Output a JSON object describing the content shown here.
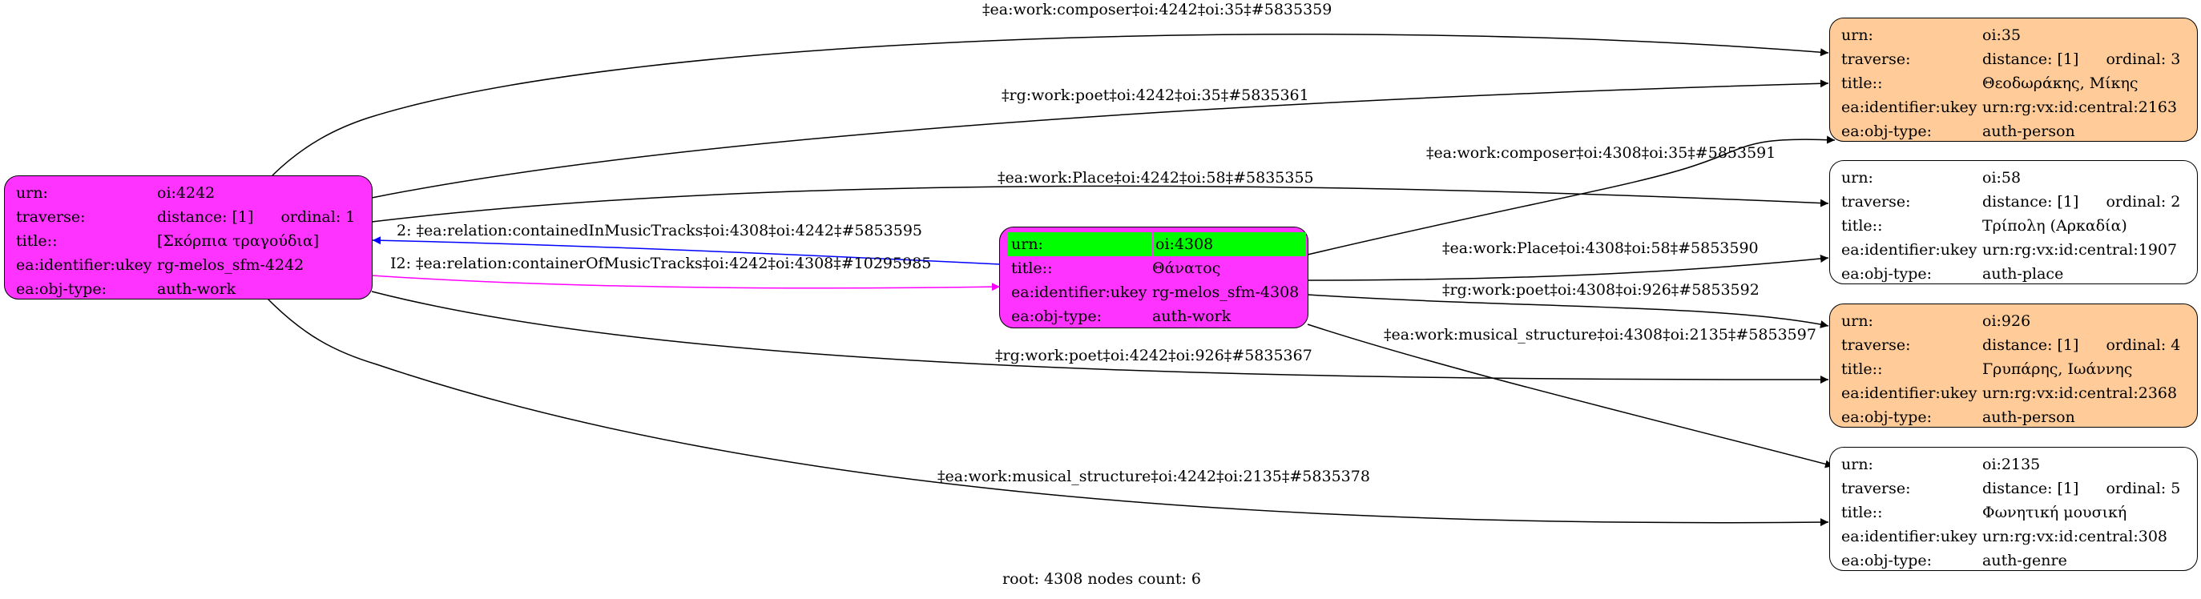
{
  "graph": {
    "footer": "root: 4308 nodes count: 6",
    "colors": {
      "work_node": "#ff33ff",
      "person_node": "#ffcc99",
      "plain_node": "#ffffff",
      "root_highlight": "#00ff00",
      "edge_default": "#000000",
      "edge_contained_in": "#0000ff",
      "edge_container_of": "#ff00ff"
    },
    "nodes": [
      {
        "id": "oi:4242",
        "urn_label": "urn:",
        "urn": "oi:4242",
        "traverse_label": "traverse:",
        "distance": "distance: [1]",
        "ordinal": "ordinal: 1",
        "title_label": "title::",
        "title": "[Σκόρπια τραγούδια]",
        "ukey_label": "ea:identifier:ukey",
        "ukey": "rg-melos_sfm-4242",
        "type_label": "ea:obj-type:",
        "type": "auth-work"
      },
      {
        "id": "oi:4308",
        "urn_label": "urn:",
        "urn": "oi:4308",
        "title_label": "title::",
        "title": "Θάνατος",
        "ukey_label": "ea:identifier:ukey",
        "ukey": "rg-melos_sfm-4308",
        "type_label": "ea:obj-type:",
        "type": "auth-work"
      },
      {
        "id": "oi:35",
        "urn_label": "urn:",
        "urn": "oi:35",
        "traverse_label": "traverse:",
        "distance": "distance: [1]",
        "ordinal": "ordinal: 3",
        "title_label": "title::",
        "title": "Θεοδωράκης, Μίκης",
        "ukey_label": "ea:identifier:ukey",
        "ukey": "urn:rg:vx:id:central:2163",
        "type_label": "ea:obj-type:",
        "type": "auth-person"
      },
      {
        "id": "oi:58",
        "urn_label": "urn:",
        "urn": "oi:58",
        "traverse_label": "traverse:",
        "distance": "distance: [1]",
        "ordinal": "ordinal: 2",
        "title_label": "title::",
        "title": "Τρίπολη (Αρκαδία)",
        "ukey_label": "ea:identifier:ukey",
        "ukey": "urn:rg:vx:id:central:1907",
        "type_label": "ea:obj-type:",
        "type": "auth-place"
      },
      {
        "id": "oi:926",
        "urn_label": "urn:",
        "urn": "oi:926",
        "traverse_label": "traverse:",
        "distance": "distance: [1]",
        "ordinal": "ordinal: 4",
        "title_label": "title::",
        "title": "Γρυπάρης, Ιωάννης",
        "ukey_label": "ea:identifier:ukey",
        "ukey": "urn:rg:vx:id:central:2368",
        "type_label": "ea:obj-type:",
        "type": "auth-person"
      },
      {
        "id": "oi:2135",
        "urn_label": "urn:",
        "urn": "oi:2135",
        "traverse_label": "traverse:",
        "distance": "distance: [1]",
        "ordinal": "ordinal: 5",
        "title_label": "title::",
        "title": "Φωνητική μουσική",
        "ukey_label": "ea:identifier:ukey",
        "ukey": "urn:rg:vx:id:central:308",
        "type_label": "ea:obj-type:",
        "type": "auth-genre"
      }
    ],
    "edges": [
      {
        "from": "oi:4242",
        "to": "oi:35",
        "label": "‡ea:work:composer‡oi:4242‡oi:35‡#5835359"
      },
      {
        "from": "oi:4242",
        "to": "oi:35",
        "label": "‡rg:work:poet‡oi:4242‡oi:35‡#5835361"
      },
      {
        "from": "oi:4242",
        "to": "oi:58",
        "label": "‡ea:work:Place‡oi:4242‡oi:58‡#5835355"
      },
      {
        "from": "oi:4308",
        "to": "oi:4242",
        "label": "2: ‡ea:relation:containedInMusicTracks‡oi:4308‡oi:4242‡#5853595"
      },
      {
        "from": "oi:4242",
        "to": "oi:4308",
        "label": "I2: ‡ea:relation:containerOfMusicTracks‡oi:4242‡oi:4308‡#10295985"
      },
      {
        "from": "oi:4308",
        "to": "oi:35",
        "label": "‡ea:work:composer‡oi:4308‡oi:35‡#5853591"
      },
      {
        "from": "oi:4308",
        "to": "oi:58",
        "label": "‡ea:work:Place‡oi:4308‡oi:58‡#5853590"
      },
      {
        "from": "oi:4308",
        "to": "oi:926",
        "label": "‡rg:work:poet‡oi:4308‡oi:926‡#5853592"
      },
      {
        "from": "oi:4308",
        "to": "oi:2135",
        "label": "‡ea:work:musical_structure‡oi:4308‡oi:2135‡#5853597"
      },
      {
        "from": "oi:4242",
        "to": "oi:926",
        "label": "‡rg:work:poet‡oi:4242‡oi:926‡#5835367"
      },
      {
        "from": "oi:4242",
        "to": "oi:2135",
        "label": "‡ea:work:musical_structure‡oi:4242‡oi:2135‡#5835378"
      }
    ]
  }
}
